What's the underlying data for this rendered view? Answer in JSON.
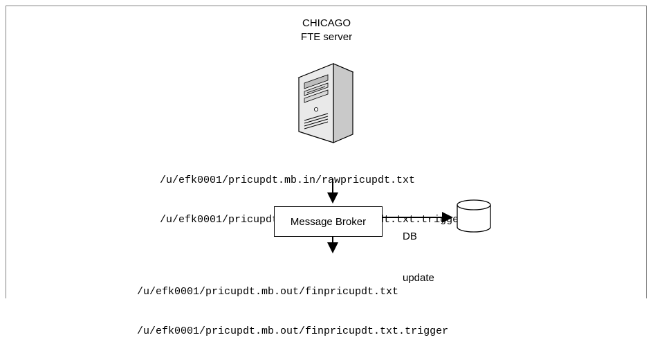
{
  "server": {
    "title_line1": "CHICAGO",
    "title_line2": "FTE server",
    "icon": "server-tower-icon"
  },
  "input_paths": [
    "/u/efk0001/pricupdt.mb.in/rawpricupdt.txt",
    "/u/efk0001/pricupdt.mb.in/rawpricupdt.txt.trigger"
  ],
  "broker": {
    "label": "Message Broker"
  },
  "db_link": {
    "label_line1": "DB",
    "label_line2": "update",
    "icon": "database-cylinder-icon"
  },
  "output_paths": [
    "/u/efk0001/pricupdt.mb.out/finpricupdt.txt",
    "/u/efk0001/pricupdt.mb.out/finpricupdt.txt.trigger"
  ]
}
